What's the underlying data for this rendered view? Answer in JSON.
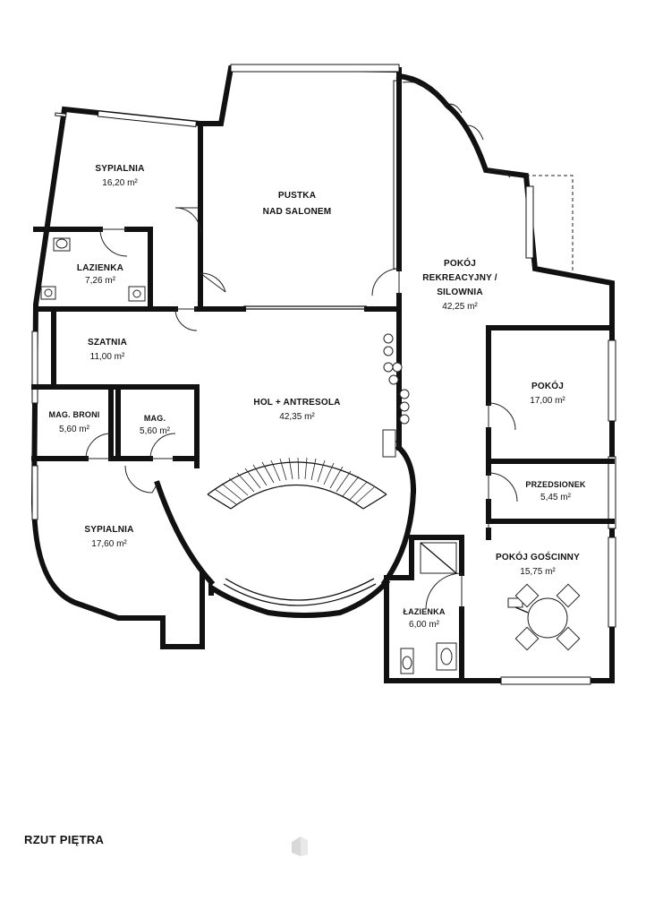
{
  "plan_title": "RZUT PIĘTRA",
  "rooms": {
    "sypialnia_1": {
      "name": "SYPIALNIA",
      "area": "16,20 m²"
    },
    "lazienka_1": {
      "name": "LAZIENKA",
      "area": "7,26 m²"
    },
    "szatnia": {
      "name": "SZATNIA",
      "area": "11,00 m²"
    },
    "mag_broni": {
      "name": "MAG. BRONI",
      "area": "5,60 m²"
    },
    "mag": {
      "name": "MAG.",
      "area": "5,60 m²"
    },
    "sypialnia_2": {
      "name": "SYPIALNIA",
      "area": "17,60 m²"
    },
    "pustka": {
      "name_line1": "PUSTKA",
      "name_line2": "NAD SALONEM"
    },
    "hol": {
      "name": "HOL + ANTRESOLA",
      "area": "42,35 m²"
    },
    "pokoj_rekreacyjny": {
      "name_line1": "POKÓJ",
      "name_line2": "REKREACYJNY /",
      "name_line3": "SILOWNIA",
      "area": "42,25 m²"
    },
    "pokoj": {
      "name": "POKÓJ",
      "area": "17,00 m²"
    },
    "przedsionek": {
      "name": "PRZEDSIONEK",
      "area": "5,45 m²"
    },
    "pokoj_goscinny": {
      "name": "POKÓJ GOŚCINNY",
      "area": "15,75 m²"
    },
    "lazienka_2": {
      "name": "ŁAZIENKA",
      "area": "6,00 m²"
    }
  },
  "icons": [
    "door-swing-icon",
    "toilet-icon",
    "sink-icon",
    "bathtub-icon",
    "shower-icon",
    "dining-table-icon",
    "chair-icon",
    "spiral-staircase-icon",
    "watermark-logo-icon"
  ]
}
